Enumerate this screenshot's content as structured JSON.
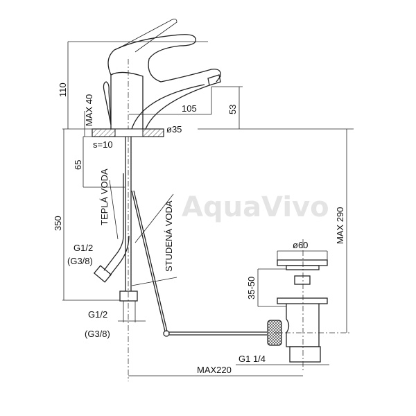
{
  "watermark": "AquaVivo",
  "dimensions": {
    "height_total": "110",
    "max_40": "MAX 40",
    "spout_reach": "105",
    "spout_height": "53",
    "base_diameter": "ø35",
    "thickness": "s=10",
    "d65": "65",
    "d350": "350",
    "max_290": "MAX 290",
    "waste_diameter": "ø60",
    "waste_range": "35-50",
    "max_220": "MAX220",
    "waste_thread": "G1 1/4",
    "hose_thread": "G1/2",
    "hose_thread_alt": "(G3/8)",
    "hot_thread": "G1/2",
    "hot_thread_alt": "(G3/8)"
  },
  "labels": {
    "hot_water": "TEPLÁ VODA",
    "cold_water": "STUDENÁ VODA"
  }
}
